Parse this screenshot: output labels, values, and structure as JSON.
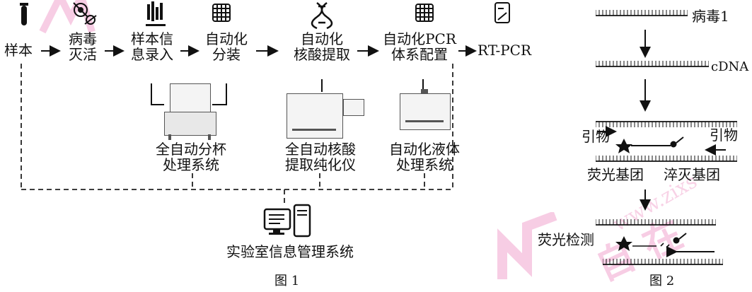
{
  "figure1": {
    "steps": [
      "样本",
      "病毒\n灭活",
      "样本信\n息录入",
      "自动化\n分装",
      "自动化\n核酸提取",
      "自动化PCR\n体系配置",
      "RT-PCR"
    ],
    "icons": [
      "test-tube-icon",
      "virus-inactivation-icon",
      "sample-entry-icon",
      "grid-plate-icon",
      "dna-icon",
      "grid-plate-icon",
      "tablet-icon"
    ],
    "machines": [
      "全自动分杯\n处理系统",
      "全自动核酸\n提取纯化仪",
      "自动化液体\n处理系统"
    ],
    "lims": "实验室信息管理系统",
    "caption": "图 1"
  },
  "figure2": {
    "virus_label": "病毒1",
    "cdna_label": "cDNA",
    "primer_left": "引物",
    "primer_right": "引物",
    "fluor_group": "荧光基团",
    "quench_group": "淬灭基团",
    "detection": "荧光检测",
    "caption": "图 2"
  },
  "watermark": {
    "color": "#f2a6cf",
    "text": "自 在",
    "url_text": "www.zixs"
  }
}
